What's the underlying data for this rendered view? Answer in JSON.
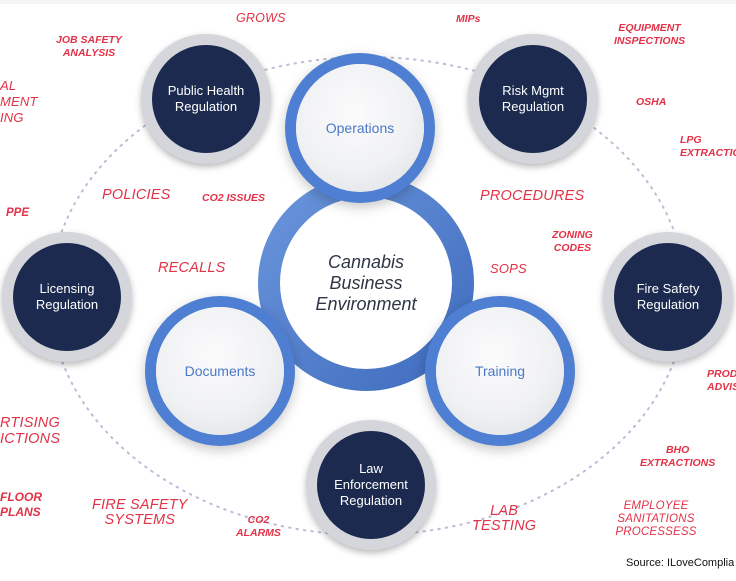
{
  "center": {
    "label": "Cannabis\nBusiness\nEnvironment"
  },
  "core_areas": {
    "operations": "Operations",
    "documents": "Documents",
    "training": "Training"
  },
  "regulations": {
    "public_health": "Public Health\nRegulation",
    "risk_mgmt": "Risk Mgmt\nRegulation",
    "licensing": "Licensing\nRegulation",
    "fire_safety": "Fire Safety\nRegulation",
    "law_enforcement": "Law\nEnforcement\nRegulation"
  },
  "topics": {
    "grows": "GROWS",
    "mips": "MIPs",
    "equipment_inspections": "EQUIPMENT\nINSPECTIONS",
    "job_safety_analysis": "JOB SAFETY\nANALYSIS",
    "environmental_management_training": "AL\nMENT\nING",
    "osha": "OSHA",
    "lpg_extraction": "LPG\nEXTRACTIO",
    "policies": "POLICIES",
    "co2_issues": "CO2 ISSUES",
    "procedures": "PROCEDURES",
    "ppe": "PPE",
    "zoning_codes": "ZONING\nCODES",
    "recalls": "RECALLS",
    "sops": "SOPS",
    "product_advisories": "PROD\nADVIS",
    "advertising_restrictions": "RTISING\nICTIONS",
    "bho_extractions": "BHO\nEXTRACTIONS",
    "floor_plans": "FLOOR\nPLANS",
    "fire_safety_systems": "FIRE SAFETY\nSYSTEMS",
    "co2_alarms": "CO2\nALARMS",
    "lab_testing": "LAB\nTESTING",
    "employee_sanitations": "EMPLOYEE\nSANITATIONS PROCESSESS"
  },
  "source": "Source: ILoveComplia",
  "colors": {
    "navy": "#1b2a4e",
    "ring_blue": "#4f7fd2",
    "dotted_orbit": "#b9bdd6",
    "topic_red": "#e23247",
    "core_text_blue": "#4a78c8"
  }
}
